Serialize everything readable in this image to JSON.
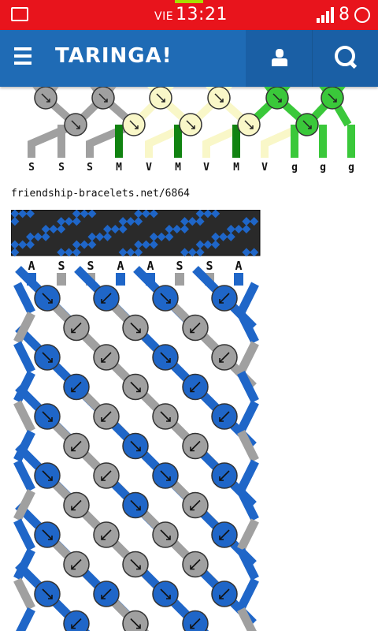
{
  "status_bar": {
    "day": "VIE",
    "time": "13:21",
    "battery_level": "8",
    "colors": {
      "background": "#e8141c",
      "indicator": "#a6e000"
    }
  },
  "app_bar": {
    "title": "TARINGA!",
    "menu_icon": "hamburger-icon",
    "user_icon": "user-icon",
    "search_icon": "search-icon",
    "colors": {
      "background": "#1f6bb5"
    }
  },
  "pattern_top": {
    "string_labels": [
      "S",
      "S",
      "S",
      "M",
      "V",
      "M",
      "V",
      "M",
      "V",
      "g",
      "g",
      "g"
    ],
    "colors": {
      "gray": "#a0a0a0",
      "cream": "#f9f7c8",
      "dark_green": "#118311",
      "green": "#3ac83a"
    }
  },
  "caption": "friendship-bracelets.net/6864",
  "pattern_bottom": {
    "string_labels": [
      "A",
      "S",
      "S",
      "A",
      "A",
      "S",
      "S",
      "A"
    ],
    "colors": {
      "blue": "#1f66c8",
      "gray": "#a0a0a0",
      "dark": "#2a2a2a"
    }
  }
}
